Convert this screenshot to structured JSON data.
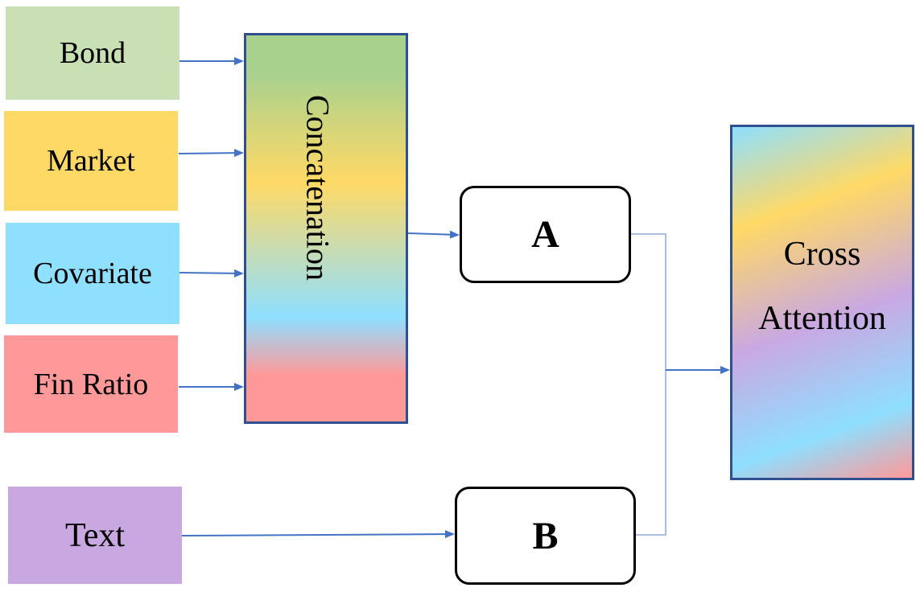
{
  "inputs": {
    "bond": {
      "label": "Bond",
      "color": "#C8E0B4"
    },
    "market": {
      "label": "Market",
      "color": "#FFD966"
    },
    "covariate": {
      "label": "Covariate",
      "color": "#8FDFFF"
    },
    "fin_ratio": {
      "label": "Fin Ratio",
      "color": "#FF9999"
    },
    "text": {
      "label": "Text",
      "color": "#C9A8E2"
    }
  },
  "concatenation": {
    "label": "Concatenation"
  },
  "modules": {
    "a": {
      "label": "A"
    },
    "b": {
      "label": "B"
    }
  },
  "cross_attention": {
    "line1": "Cross",
    "line2": "Attention"
  },
  "colors": {
    "arrow": "#4472C4",
    "box_border": "#2F4F8F",
    "concat_gradient": [
      "#A9D18E",
      "#FFD966",
      "#8FDFFF",
      "#FF9999"
    ],
    "cross_gradient": [
      "#8FDFFF",
      "#FFD966",
      "#C9A8E2",
      "#8FDFFF",
      "#FF9999"
    ]
  }
}
